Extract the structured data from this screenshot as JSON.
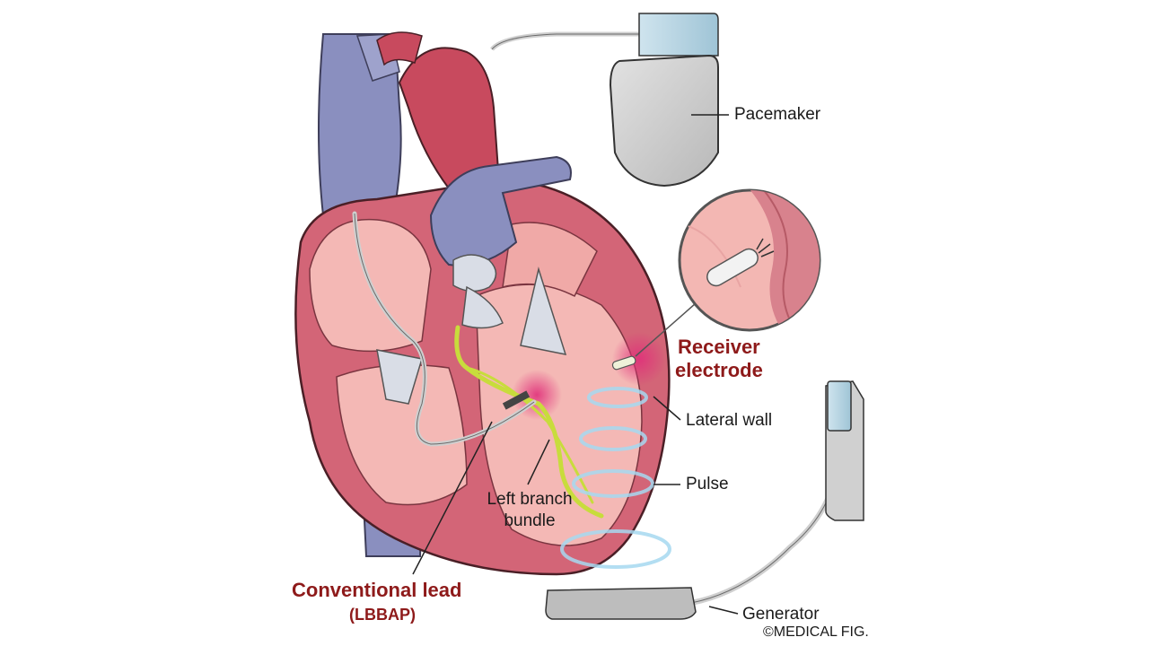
{
  "labels": {
    "pacemaker": "Pacemaker",
    "receiver_electrode_line1": "Receiver",
    "receiver_electrode_line2": "electrode",
    "lateral_wall": "Lateral wall",
    "pulse": "Pulse",
    "left_branch_line1": "Left branch",
    "left_branch_line2": "bundle",
    "conventional_lead": "Conventional lead",
    "lbbap": "(LBBAP)",
    "generator": "Generator",
    "copyright": "©MEDICAL FIG."
  },
  "colors": {
    "vein_blue": "#8a8fbf",
    "heart_red": "#c84a5e",
    "myocardium_pink": "#f4b8b5",
    "label_red": "#8e1a1a",
    "pulse_ring": "#a6d8f0",
    "conduction_yellow": "#c8dc3c",
    "device_gray": "#c9c9c9"
  }
}
